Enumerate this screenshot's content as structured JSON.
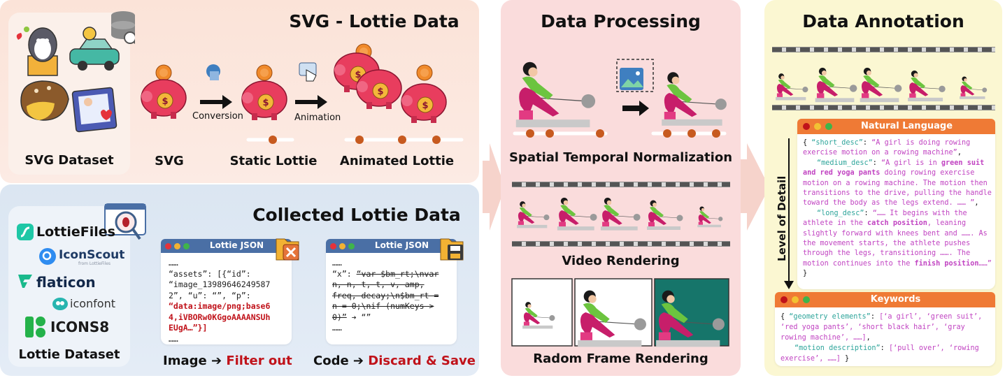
{
  "svg_lottie": {
    "title": "SVG - Lottie Data",
    "svg_dataset_label": "SVG Dataset",
    "stage_svg": "SVG",
    "stage_static": "Static Lottie",
    "stage_animated": "Animated Lottie",
    "arrow_conversion": "Conversion",
    "arrow_animation": "Animation"
  },
  "collected": {
    "title": "Collected Lottie Data",
    "dataset_label": "Lottie Dataset",
    "brands": [
      "LottieFiles",
      "IconScout",
      "flaticon",
      "iconfont",
      "ICONS8"
    ],
    "brand_sub": "from LottieFiles",
    "window1": {
      "title": "Lottie JSON",
      "lines": [
        "……",
        "“assets”: [{“id”:",
        "“image_13989646249587",
        "2”, “u”: “”, “p”:"
      ],
      "red_lines": [
        "“data:image/png;base6",
        "4,iVBORw0KGgoAAAANSUh",
        "EUgA…”}]"
      ],
      "tail": "……"
    },
    "window2": {
      "title": "Lottie JSON",
      "head": "……",
      "key": "“x”: ",
      "strike_lines": [
        "“var $bm_rt;\\nvar",
        "n, n, t, t, v, amp,",
        "freq, decay;\\n$bm_rt =",
        "n = 0;\\nif (numKeys >",
        "0)”"
      ],
      "replace": " ➔ “”",
      "tail": "……"
    },
    "image_label": "Image ➔ ",
    "image_action": "Filter out",
    "code_label": "Code ➔ ",
    "code_action": "Discard & Save"
  },
  "processing": {
    "title": "Data Processing",
    "step1": "Spatial Temporal Normalization",
    "step2": "Video Rendering",
    "step3": "Radom Frame Rendering"
  },
  "annotation": {
    "title": "Data Annotation",
    "level_of_detail": "Level of Detail",
    "natural_language": {
      "title": "Natural Language",
      "short_key": "“short_desc”",
      "short_val": "“A girl is doing rowing exercise motion on a rowing machine”",
      "medium_key": "“medium_desc”",
      "medium_pre": "“A girl is in ",
      "medium_hl": "green suit and red yoga pants",
      "medium_post": " doing rowing exercise motion on a rowing machine. The motion then transitions to the drive, pulling the handle toward the body as the legs extend. …… ”",
      "long_key": "“long_desc”",
      "long_pre": "“…… It begins with the athlete in the ",
      "long_hl1": "catch position",
      "long_mid": ", leaning slightly forward with knees bent and ……. As the movement starts, the athlete pushes through the legs, transitioning ……. The motion continues into the ",
      "long_hl2": "finish position",
      "long_post": "……”"
    },
    "keywords": {
      "title": "Keywords",
      "geo_key": "“geometry elements”",
      "geo_val": "[‘a girl’, ‘green suit’, ‘red yoga pants’, ‘short black hair’, ‘gray rowing machine’, ……]",
      "motion_key": "“motion description”",
      "motion_val": "[‘pull over’, ‘rowing exercise’, ……]"
    }
  },
  "colors": {
    "panel_svg": "#fbe4da",
    "panel_collected": "#dde8f3",
    "panel_processing": "#fadcdc",
    "panel_annotation": "#fbf7d2",
    "window_bar": "#4a6fa5",
    "nl_bar": "#ef7a35",
    "accent_red": "#c0121a",
    "key_teal": "#2fa59b",
    "value_pink": "#c144c2"
  }
}
